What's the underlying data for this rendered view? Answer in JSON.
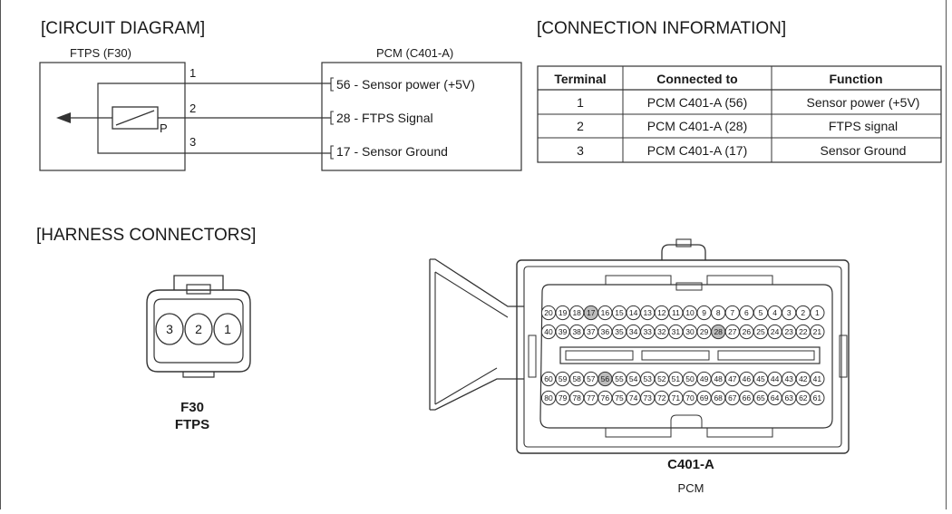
{
  "headings": {
    "circuit_diagram": "[CIRCUIT DIAGRAM]",
    "connection_information": "[CONNECTION INFORMATION]",
    "harness_connectors": "[HARNESS CONNECTORS]"
  },
  "circuit": {
    "sensor_label": "FTPS (F30)",
    "pcm_label": "PCM (C401-A)",
    "sensor_pins": [
      "1",
      "2",
      "3"
    ],
    "sensor_symbol_letter": "P",
    "pcm_pins": [
      "56 - Sensor power (+5V)",
      "28 - FTPS Signal",
      "17 - Sensor Ground"
    ]
  },
  "connection_table": {
    "headers": [
      "Terminal",
      "Connected to",
      "Function"
    ],
    "rows": [
      [
        "1",
        "PCM C401-A (56)",
        "Sensor power (+5V)"
      ],
      [
        "2",
        "PCM C401-A (28)",
        "FTPS signal"
      ],
      [
        "3",
        "PCM C401-A (17)",
        "Sensor Ground"
      ]
    ]
  },
  "ftps_connector": {
    "pins": [
      "3",
      "2",
      "1"
    ],
    "id": "F30",
    "name": "FTPS"
  },
  "pcm_connector": {
    "id": "C401-A",
    "name": "PCM",
    "row1": [
      "20",
      "19",
      "18",
      "17",
      "16",
      "15",
      "14",
      "13",
      "12",
      "11",
      "10",
      "9",
      "8",
      "7",
      "6",
      "5",
      "4",
      "3",
      "2",
      "1"
    ],
    "row2": [
      "40",
      "39",
      "38",
      "37",
      "36",
      "35",
      "34",
      "33",
      "32",
      "31",
      "30",
      "29",
      "28",
      "27",
      "26",
      "25",
      "24",
      "23",
      "22",
      "21"
    ],
    "row3": [
      "60",
      "59",
      "58",
      "57",
      "56",
      "55",
      "54",
      "53",
      "52",
      "51",
      "50",
      "49",
      "48",
      "47",
      "46",
      "45",
      "44",
      "43",
      "42",
      "41"
    ],
    "row4": [
      "80",
      "79",
      "78",
      "77",
      "76",
      "75",
      "74",
      "73",
      "72",
      "71",
      "70",
      "69",
      "68",
      "67",
      "66",
      "65",
      "64",
      "63",
      "62",
      "61"
    ],
    "highlighted_cavities": [
      "17",
      "28",
      "56"
    ]
  }
}
